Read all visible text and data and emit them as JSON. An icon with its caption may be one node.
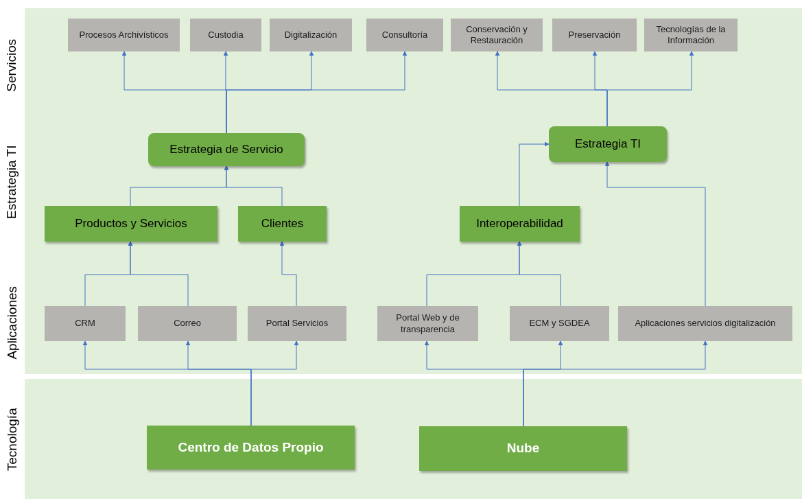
{
  "diagram": {
    "nodes": [
      {
        "text": [
          "Procesos Archivísticos"
        ]
      },
      {
        "text": [
          "Custodia"
        ]
      },
      {
        "text": [
          "Digitalización"
        ]
      },
      {
        "text": [
          "Consultoría"
        ]
      },
      {
        "text": [
          "Conservación y Restauración"
        ]
      },
      {
        "text": [
          "Preservación"
        ]
      },
      {
        "text": [
          "Tecnologías de la Información"
        ]
      },
      {
        "text": [
          "Estrategia de Servicio"
        ]
      },
      {
        "text": [
          "Estrategia TI"
        ]
      },
      {
        "text": [
          "Productos y Servicios"
        ]
      },
      {
        "text": [
          "Clientes"
        ]
      },
      {
        "text": [
          "Interoperabilidad"
        ]
      },
      {
        "text": [
          "CRM"
        ]
      },
      {
        "text": [
          "Correo"
        ]
      },
      {
        "text": [
          "Portal Servicios"
        ]
      },
      {
        "text": [
          "Portal Web y de transparencia"
        ]
      },
      {
        "text": [
          "ECM y SGDEA"
        ]
      },
      {
        "text": [
          "Aplicaciones servicios digitalización"
        ]
      },
      {
        "text": [
          "Centro de Datos Propio"
        ]
      },
      {
        "text": [
          "Nube"
        ]
      }
    ],
    "edges": [
      {
        "from": 7,
        "to": 0,
        "arrow": "to"
      },
      {
        "from": 7,
        "to": 1,
        "arrow": "to"
      },
      {
        "from": 7,
        "to": 2,
        "arrow": "to"
      },
      {
        "from": 7,
        "to": 3,
        "arrow": "to"
      },
      {
        "from": 8,
        "to": 4,
        "arrow": "to"
      },
      {
        "from": 8,
        "to": 5,
        "arrow": "to"
      },
      {
        "from": 8,
        "to": 6,
        "arrow": "to"
      },
      {
        "from": 9,
        "to": 7,
        "arrow": "to"
      },
      {
        "from": 10,
        "to": 7,
        "arrow": "to"
      },
      {
        "from": 11,
        "to": 8,
        "arrow": "to"
      },
      {
        "from": 17,
        "to": 8,
        "arrow": "to"
      },
      {
        "from": 12,
        "to": 9,
        "arrow": "to"
      },
      {
        "from": 13,
        "to": 9,
        "arrow": "to"
      },
      {
        "from": 14,
        "to": 10,
        "arrow": "to"
      },
      {
        "from": 15,
        "to": 11,
        "arrow": "to"
      },
      {
        "from": 16,
        "to": 11,
        "arrow": "to"
      },
      {
        "from": 18,
        "to": 12,
        "arrow": "to"
      },
      {
        "from": 18,
        "to": 13,
        "arrow": "to"
      },
      {
        "from": 18,
        "to": 14,
        "arrow": "to"
      },
      {
        "from": 19,
        "to": 15,
        "arrow": "to"
      },
      {
        "from": 19,
        "to": 16,
        "arrow": "to"
      },
      {
        "from": 19,
        "to": 17,
        "arrow": "to"
      }
    ],
    "labels": [
      "Servicios",
      "Estrategia TI",
      "Aplicaciones",
      "Tecnología"
    ]
  }
}
